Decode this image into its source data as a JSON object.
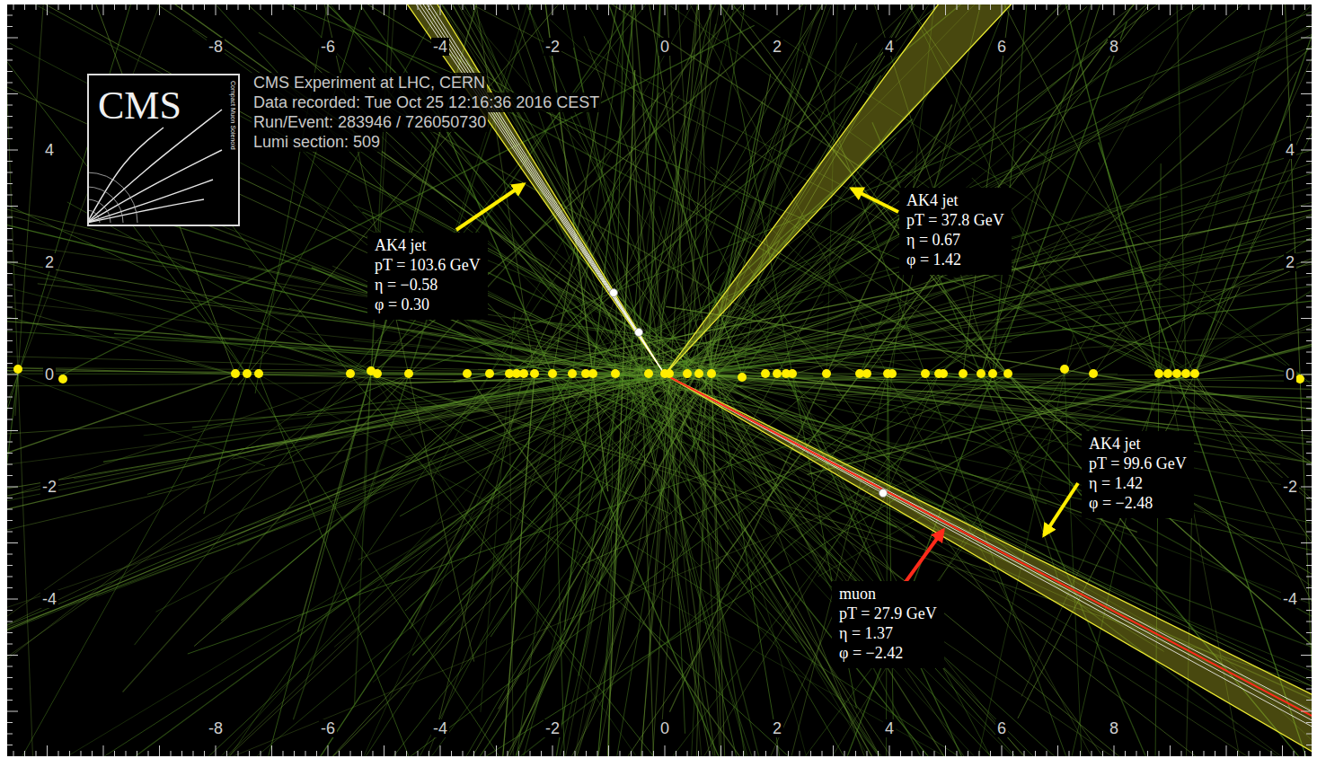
{
  "diagram": {
    "nodes": [
      {
        "text": [
          "CMS",
          "Compact Muon Solenoid"
        ]
      },
      {
        "text": [
          "AK4 jet",
          "pT = 103.6 GeV",
          "η = −0.58",
          "φ = 0.30"
        ]
      },
      {
        "text": [
          "AK4 jet",
          "pT = 37.8 GeV",
          "η = 0.67",
          "φ = 1.42"
        ]
      },
      {
        "text": [
          "AK4 jet",
          "pT = 99.6 GeV",
          "η = 1.42",
          "φ = −2.48"
        ]
      },
      {
        "text": [
          "muon",
          "pT = 27.9 GeV",
          "η = 1.37",
          "φ = −2.42"
        ]
      }
    ],
    "labels": [
      "CMS Experiment at LHC, CERN",
      "Data recorded: Tue Oct 25 12:16:36 2016 CEST",
      "Run/Event: 283946 / 726050730",
      "Lumi section: 509",
      "-8",
      "-6",
      "-4",
      "-2",
      "0",
      "2",
      "4",
      "6",
      "8",
      "-8",
      "-6",
      "-4",
      "-2",
      "0",
      "2",
      "4",
      "6",
      "8",
      "4",
      "2",
      "0",
      "-2",
      "-4",
      "4",
      "2",
      "0",
      "-2",
      "-4"
    ]
  }
}
